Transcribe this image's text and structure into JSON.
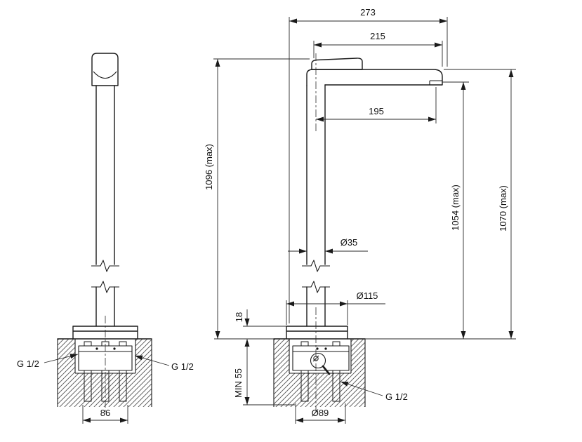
{
  "drawing": {
    "kind": "faucet-installation-dimension-drawing",
    "background": "#ffffff",
    "line_color": "#1a1a1a"
  },
  "labels": {
    "dim_273": "273",
    "dim_215": "215",
    "dim_195": "195",
    "dim_1096": "1096 (max)",
    "dim_1054": "1054 (max)",
    "dim_1070": "1070 (max)",
    "dia_35": "Ø35",
    "dia_115": "Ø115",
    "dim_18": "18",
    "min_55": "MIN 55",
    "dim_86": "86",
    "dia_89": "Ø89",
    "g12_front_left": "G 1/2",
    "g12_front_right": "G 1/2",
    "g12_side": "G 1/2"
  }
}
